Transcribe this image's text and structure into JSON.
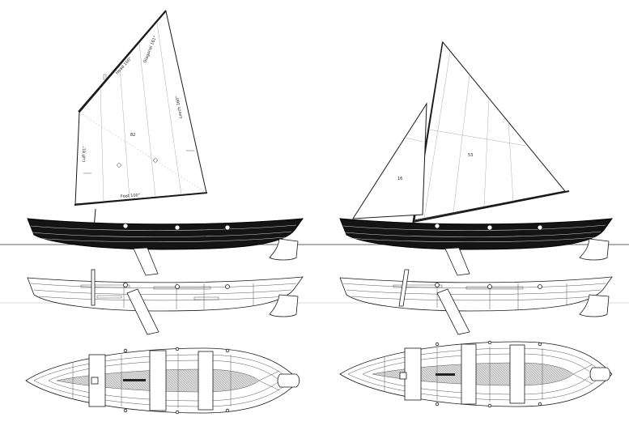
{
  "left_rig": {
    "sail_area": "82",
    "head_label": "Head 100\"",
    "diagonal_label": "Diagonal 161\"",
    "leech_label": "Leech 160\"",
    "luff_label": "Luff 81\"",
    "foot_label": "Foot 100\""
  },
  "right_rig": {
    "main_area": "53",
    "jib_area": "16"
  },
  "colors": {
    "hull": "#141414",
    "ink": "#1a1a1a",
    "deck_grating": "#d4d4d4"
  }
}
